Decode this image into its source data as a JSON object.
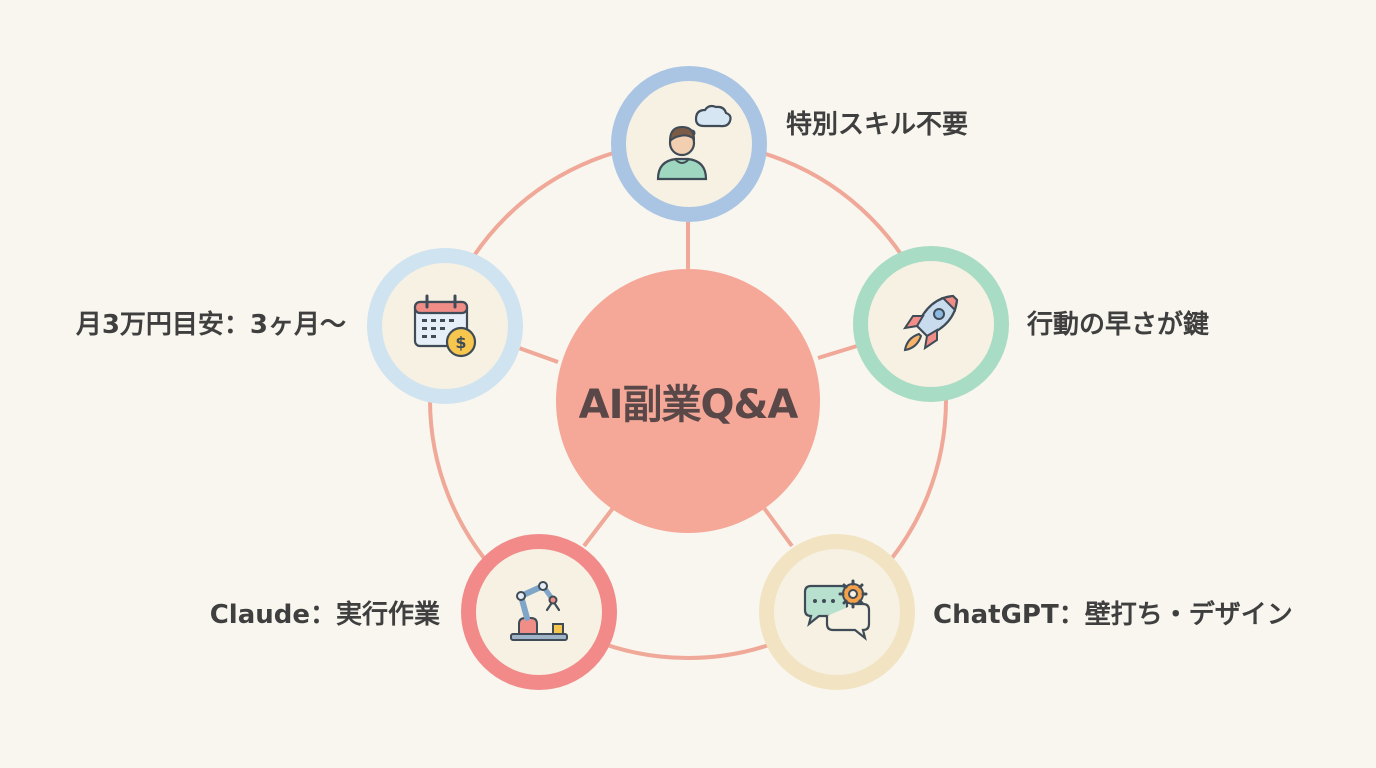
{
  "center": {
    "title": "AI副業Q&A"
  },
  "nodes": {
    "top": {
      "label": "特別スキル不要",
      "icon": "person-thinking-icon"
    },
    "right": {
      "label": "行動の早さが鍵",
      "icon": "rocket-icon"
    },
    "left": {
      "label": "月3万円目安：3ヶ月〜",
      "icon": "calendar-money-icon"
    },
    "bottom_left": {
      "label": "Claude：実行作業",
      "icon": "robot-arm-icon"
    },
    "bottom_right": {
      "label": "ChatGPT：壁打ち・デザイン",
      "icon": "chat-gear-icon"
    }
  },
  "colors": {
    "background": "#f8f6ee",
    "hub": "#f5a898",
    "connector": "#f0a898",
    "top_ring": "#aac5e3",
    "right_ring": "#a8dcc4",
    "left_ring": "#cfe3f1",
    "bottom_left_ring": "#f28a8a",
    "bottom_right_ring": "#f2e4c2"
  }
}
